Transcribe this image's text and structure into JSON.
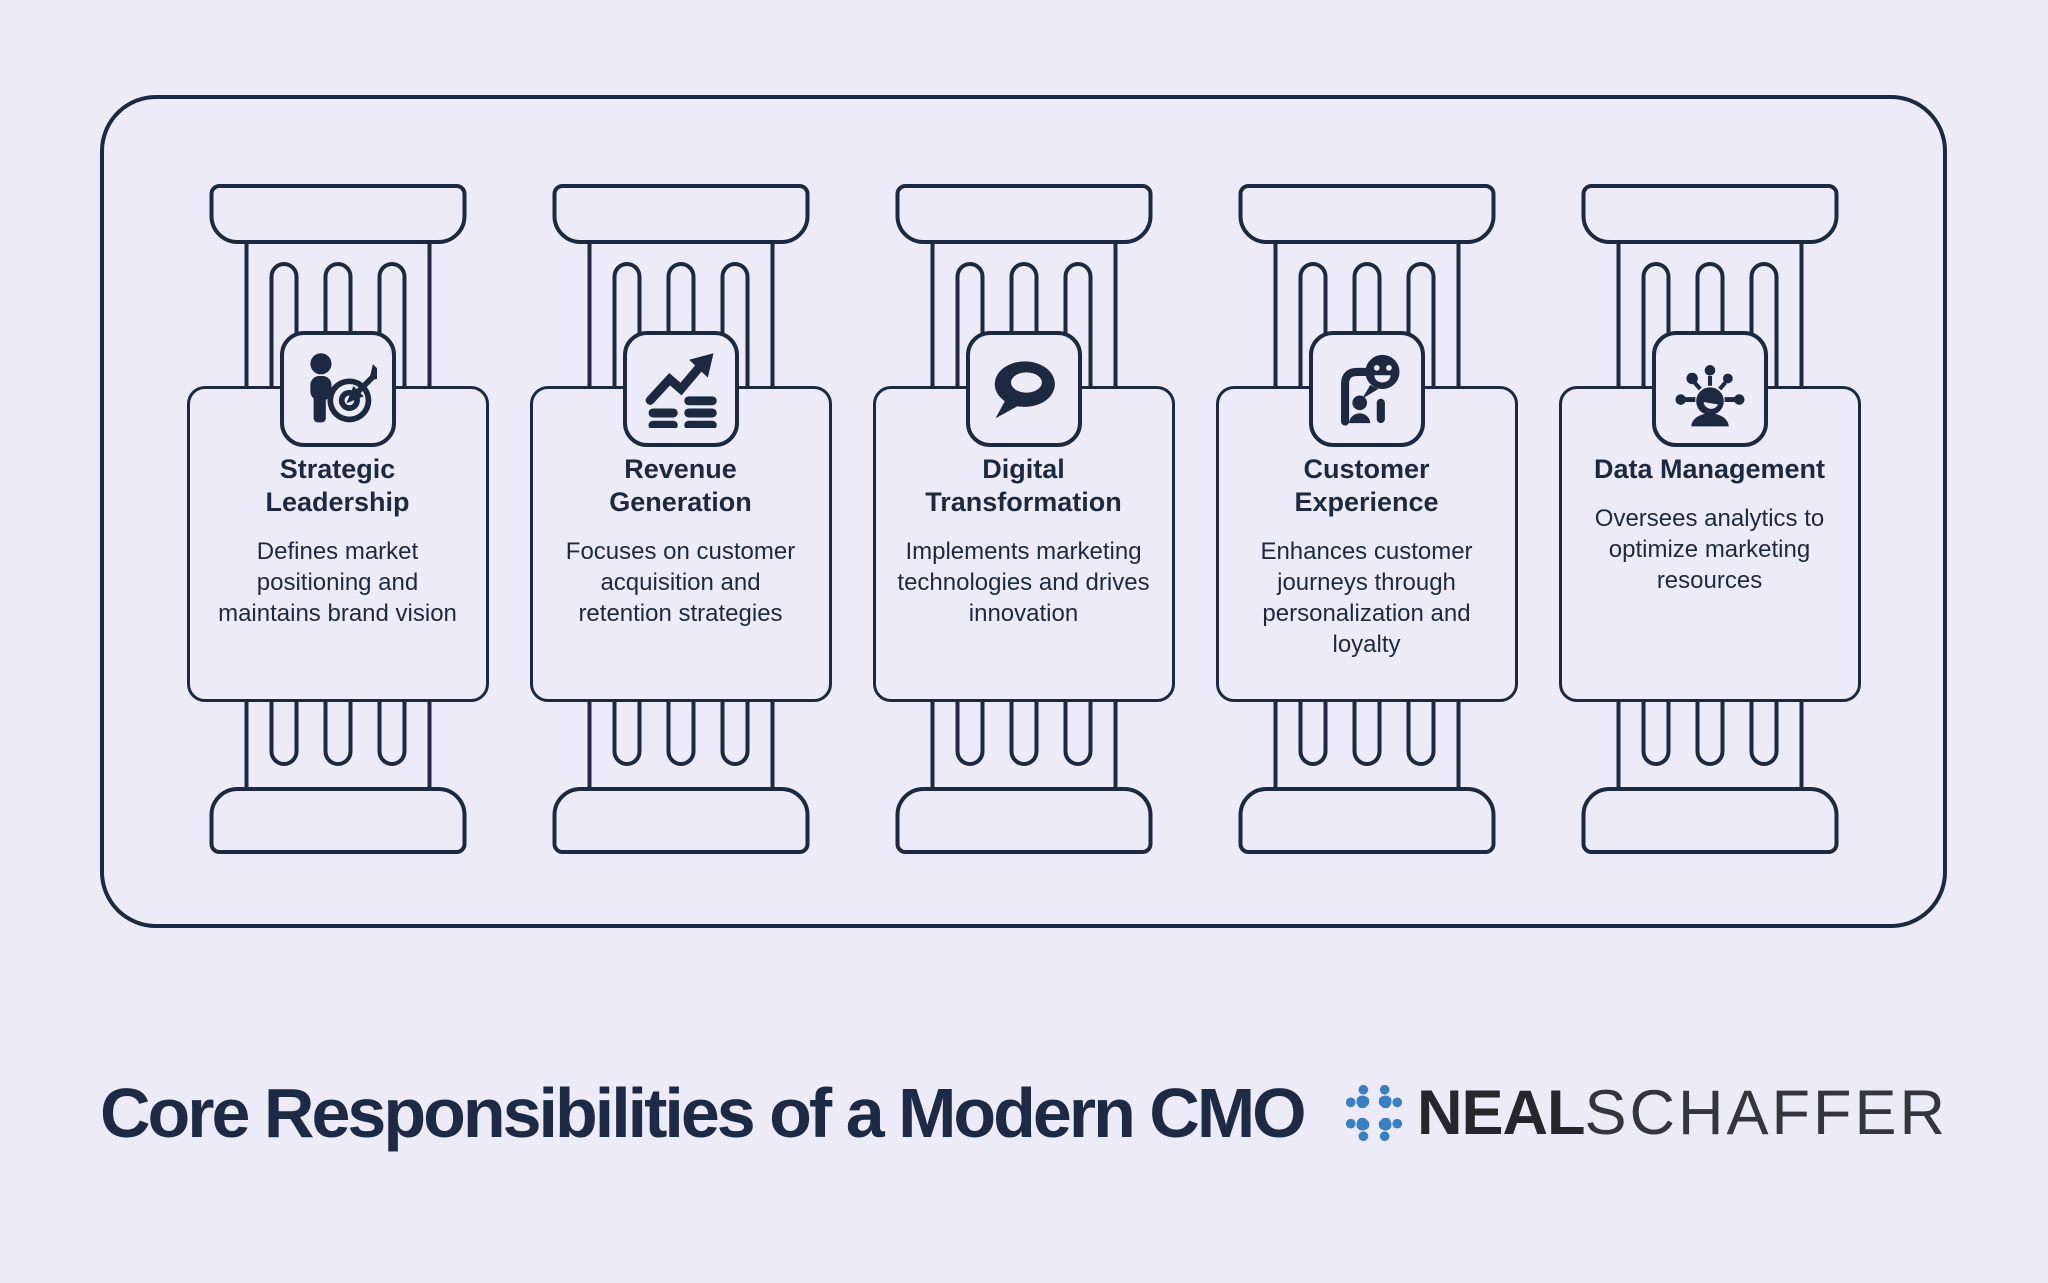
{
  "footer": {
    "title": "Core Responsibilities of a Modern CMO",
    "brand": {
      "bold": "NEAL",
      "light": "SCHAFFER",
      "icon": "people-around-table-icon"
    }
  },
  "colors": {
    "background": "#EDEBF8",
    "outline": "#1C2941",
    "brand_blue": "#3A7FC1",
    "brand_black": "#26262B"
  },
  "pillars": [
    {
      "icon": "person-target-icon",
      "title": "Strategic Leadership",
      "description": "Defines market positioning and maintains brand vision"
    },
    {
      "icon": "growth-chart-icon",
      "title": "Revenue Generation",
      "description": "Focuses on customer acquisition and retention strategies"
    },
    {
      "icon": "speech-bubble-icon",
      "title": "Digital Transformation",
      "description": "Implements marketing technologies and drives innovation"
    },
    {
      "icon": "customer-smiley-journey-icon",
      "title": "Customer Experience",
      "description": "Enhances customer journeys through personalization and loyalty"
    },
    {
      "icon": "analytics-mind-icon",
      "title": "Data Management",
      "description": "Oversees analytics to optimize marketing resources"
    }
  ]
}
